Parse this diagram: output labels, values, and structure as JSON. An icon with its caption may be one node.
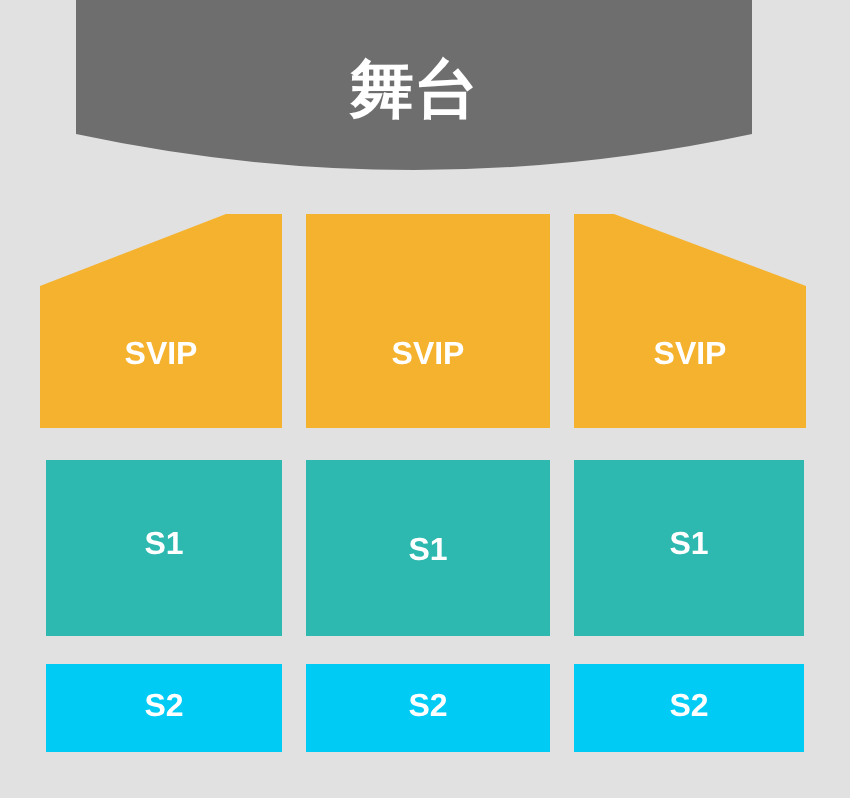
{
  "diagram": {
    "nodes": [
      {
        "text": [
          "舞台"
        ]
      },
      {
        "text": [
          "SVIP"
        ]
      },
      {
        "text": [
          "SVIP"
        ]
      },
      {
        "text": [
          "SVIP"
        ]
      },
      {
        "text": [
          "S1"
        ]
      },
      {
        "text": [
          "S1"
        ]
      },
      {
        "text": [
          "S1"
        ]
      },
      {
        "text": [
          "S2"
        ]
      },
      {
        "text": [
          "S2"
        ]
      },
      {
        "text": [
          "S2"
        ]
      }
    ]
  }
}
